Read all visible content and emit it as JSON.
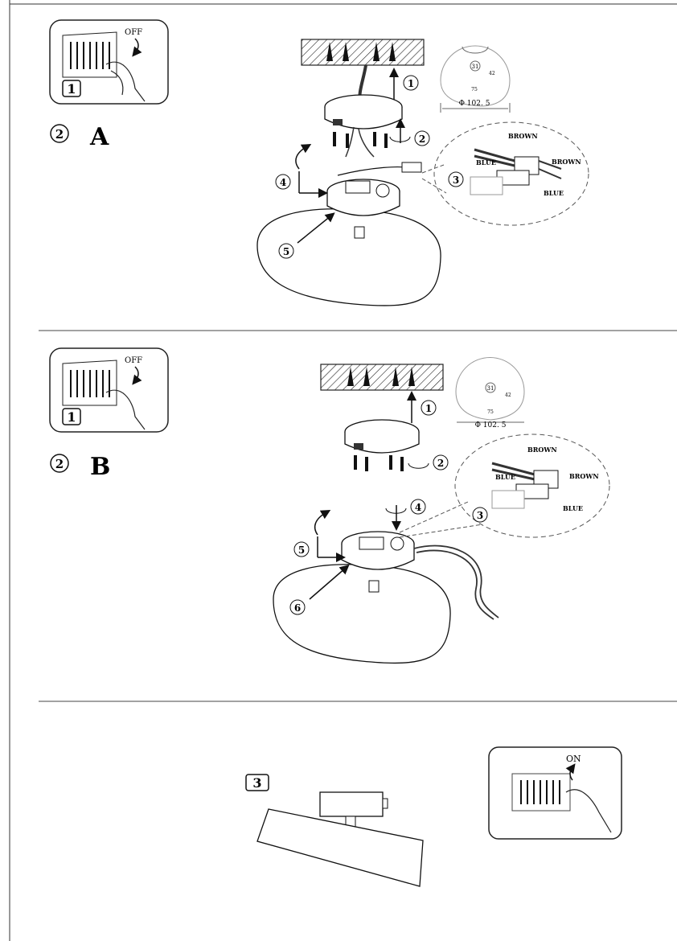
{
  "sections": [
    {
      "breaker": {
        "box_label": "1",
        "state_label": "OFF"
      },
      "step": {
        "number": "2",
        "variant": "A"
      },
      "detail": {
        "dim_center": "31",
        "dim_side": "42",
        "dim_slot": "75",
        "diameter": "Φ 102. 5"
      },
      "callouts": [
        "1",
        "2",
        "3",
        "4",
        "5"
      ],
      "wires": {
        "brown_1": "BROWN",
        "blue_1": "BLUE",
        "brown_2": "BROWN",
        "blue_2": "BLUE"
      }
    },
    {
      "breaker": {
        "box_label": "1",
        "state_label": "OFF"
      },
      "step": {
        "number": "2",
        "variant": "B"
      },
      "detail": {
        "dim_center": "31",
        "dim_side": "42",
        "dim_slot": "75",
        "diameter": "Φ 102. 5"
      },
      "callouts": [
        "1",
        "2",
        "3",
        "4",
        "5",
        "6"
      ],
      "wires": {
        "brown_1": "BROWN",
        "blue_1": "BLUE",
        "brown_2": "BROWN",
        "blue_2": "BLUE"
      }
    },
    {
      "step": {
        "number": "3"
      },
      "breaker": {
        "state_label": "ON"
      }
    }
  ]
}
